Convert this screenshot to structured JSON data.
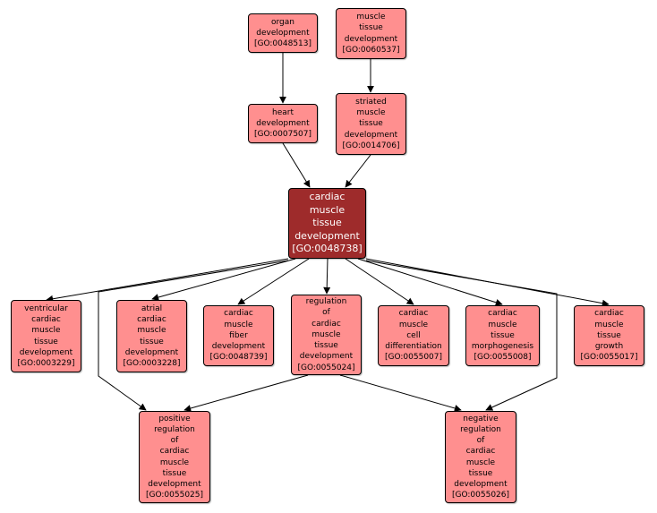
{
  "colors": {
    "node_fill": "#ff8f8f",
    "focus_fill": "#9e2b2b",
    "focus_text": "#ffffff",
    "edge": "#000000"
  },
  "nodes": {
    "organ": {
      "label": "organ\ndevelopment\n[GO:0048513]"
    },
    "muscle_tissue": {
      "label": "muscle\ntissue\ndevelopment\n[GO:0060537]"
    },
    "heart": {
      "label": "heart\ndevelopment\n[GO:0007507]"
    },
    "striated": {
      "label": "striated\nmuscle\ntissue\ndevelopment\n[GO:0014706]"
    },
    "cardiac": {
      "label": "cardiac\nmuscle\ntissue\ndevelopment\n[GO:0048738]"
    },
    "ventricular": {
      "label": "ventricular\ncardiac\nmuscle\ntissue\ndevelopment\n[GO:0003229]"
    },
    "atrial": {
      "label": "atrial\ncardiac\nmuscle\ntissue\ndevelopment\n[GO:0003228]"
    },
    "fiber": {
      "label": "cardiac\nmuscle\nfiber\ndevelopment\n[GO:0048739]"
    },
    "regulation": {
      "label": "regulation\nof\ncardiac\nmuscle\ntissue\ndevelopment\n[GO:0055024]"
    },
    "cell_diff": {
      "label": "cardiac\nmuscle\ncell\ndifferentiation\n[GO:0055007]"
    },
    "morpho": {
      "label": "cardiac\nmuscle\ntissue\nmorphogenesis\n[GO:0055008]"
    },
    "growth": {
      "label": "cardiac\nmuscle\ntissue\ngrowth\n[GO:0055017]"
    },
    "positive": {
      "label": "positive\nregulation\nof\ncardiac\nmuscle\ntissue\ndevelopment\n[GO:0055025]"
    },
    "negative": {
      "label": "negative\nregulation\nof\ncardiac\nmuscle\ntissue\ndevelopment\n[GO:0055026]"
    }
  },
  "edges": [
    [
      "organ",
      "heart"
    ],
    [
      "muscle_tissue",
      "striated"
    ],
    [
      "heart",
      "cardiac"
    ],
    [
      "striated",
      "cardiac"
    ],
    [
      "cardiac",
      "ventricular"
    ],
    [
      "cardiac",
      "atrial"
    ],
    [
      "cardiac",
      "fiber"
    ],
    [
      "cardiac",
      "regulation"
    ],
    [
      "cardiac",
      "cell_diff"
    ],
    [
      "cardiac",
      "morpho"
    ],
    [
      "cardiac",
      "growth"
    ],
    [
      "cardiac",
      "positive"
    ],
    [
      "cardiac",
      "negative"
    ],
    [
      "regulation",
      "positive"
    ],
    [
      "regulation",
      "negative"
    ]
  ]
}
